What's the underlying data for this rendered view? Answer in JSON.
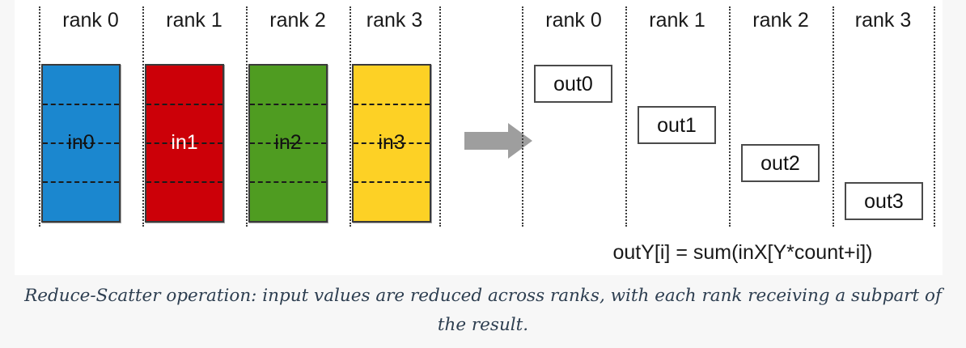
{
  "figure": {
    "title_caption_lines": [
      "Reduce-Scatter operation: input values are reduced across ranks, with each rank receiving a subpart of",
      "the result."
    ],
    "formula": "outY[i] = sum(inX[Y*count+i])",
    "arrow_icon": "right-arrow-icon",
    "arrow_color": "#9e9e9e",
    "input_side": {
      "rank_labels": [
        "rank 0",
        "rank 1",
        "rank 2",
        "rank 3"
      ],
      "bars": [
        {
          "label": "in0",
          "color": "#1b87cf",
          "segments": 4,
          "label_on_dark": false
        },
        {
          "label": "in1",
          "color": "#cc0008",
          "segments": 4,
          "label_on_dark": true
        },
        {
          "label": "in2",
          "color": "#4f9c21",
          "segments": 4,
          "label_on_dark": false
        },
        {
          "label": "in3",
          "color": "#fdd125",
          "segments": 4,
          "label_on_dark": false
        }
      ]
    },
    "output_side": {
      "rank_labels": [
        "rank 0",
        "rank 1",
        "rank 2",
        "rank 3"
      ],
      "boxes": [
        {
          "label": "out0"
        },
        {
          "label": "out1"
        },
        {
          "label": "out2"
        },
        {
          "label": "out3"
        }
      ]
    }
  }
}
